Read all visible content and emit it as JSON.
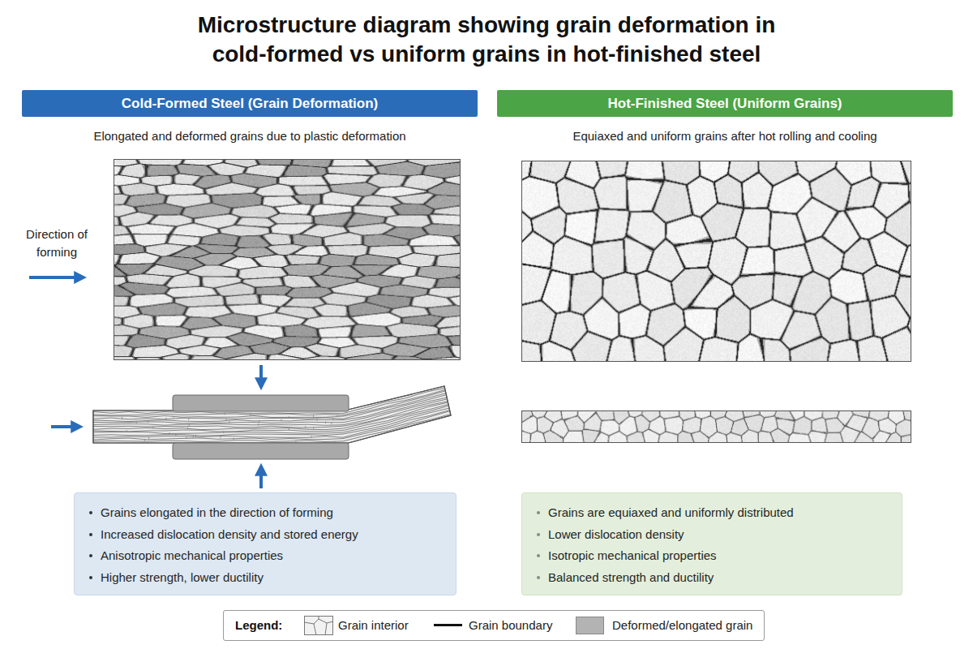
{
  "diagram": {
    "title": "Microstructure diagram showing grain deformation in cold-formed vs uniform grains in hot-finished steel",
    "nodes": [
      {
        "text": [
          "Cold-Formed Steel (Grain Deformation)"
        ]
      },
      {
        "text": [
          "Hot-Finished Steel (Uniform Grains)"
        ]
      },
      {
        "text": [
          "Grains elongated in the direction of forming",
          "Increased dislocation density and stored energy",
          "Anisotropic mechanical properties",
          "Higher strength, lower ductility"
        ]
      },
      {
        "text": [
          "Grains are equiaxed and uniformly distributed",
          "Lower dislocation density",
          "Isotropic mechanical properties",
          "Balanced strength and ductility"
        ]
      }
    ],
    "labels": [
      "Elongated and deformed grains due to plastic deformation",
      "Equiaxed and uniform grains after hot rolling and cooling",
      "Direction of forming",
      "Legend:"
    ],
    "legend": [
      {
        "text": "Grain interior"
      },
      {
        "text": "Grain boundary"
      },
      {
        "text": "Deformed/elongated grain",
        "color": "#b3b3b3"
      }
    ]
  }
}
